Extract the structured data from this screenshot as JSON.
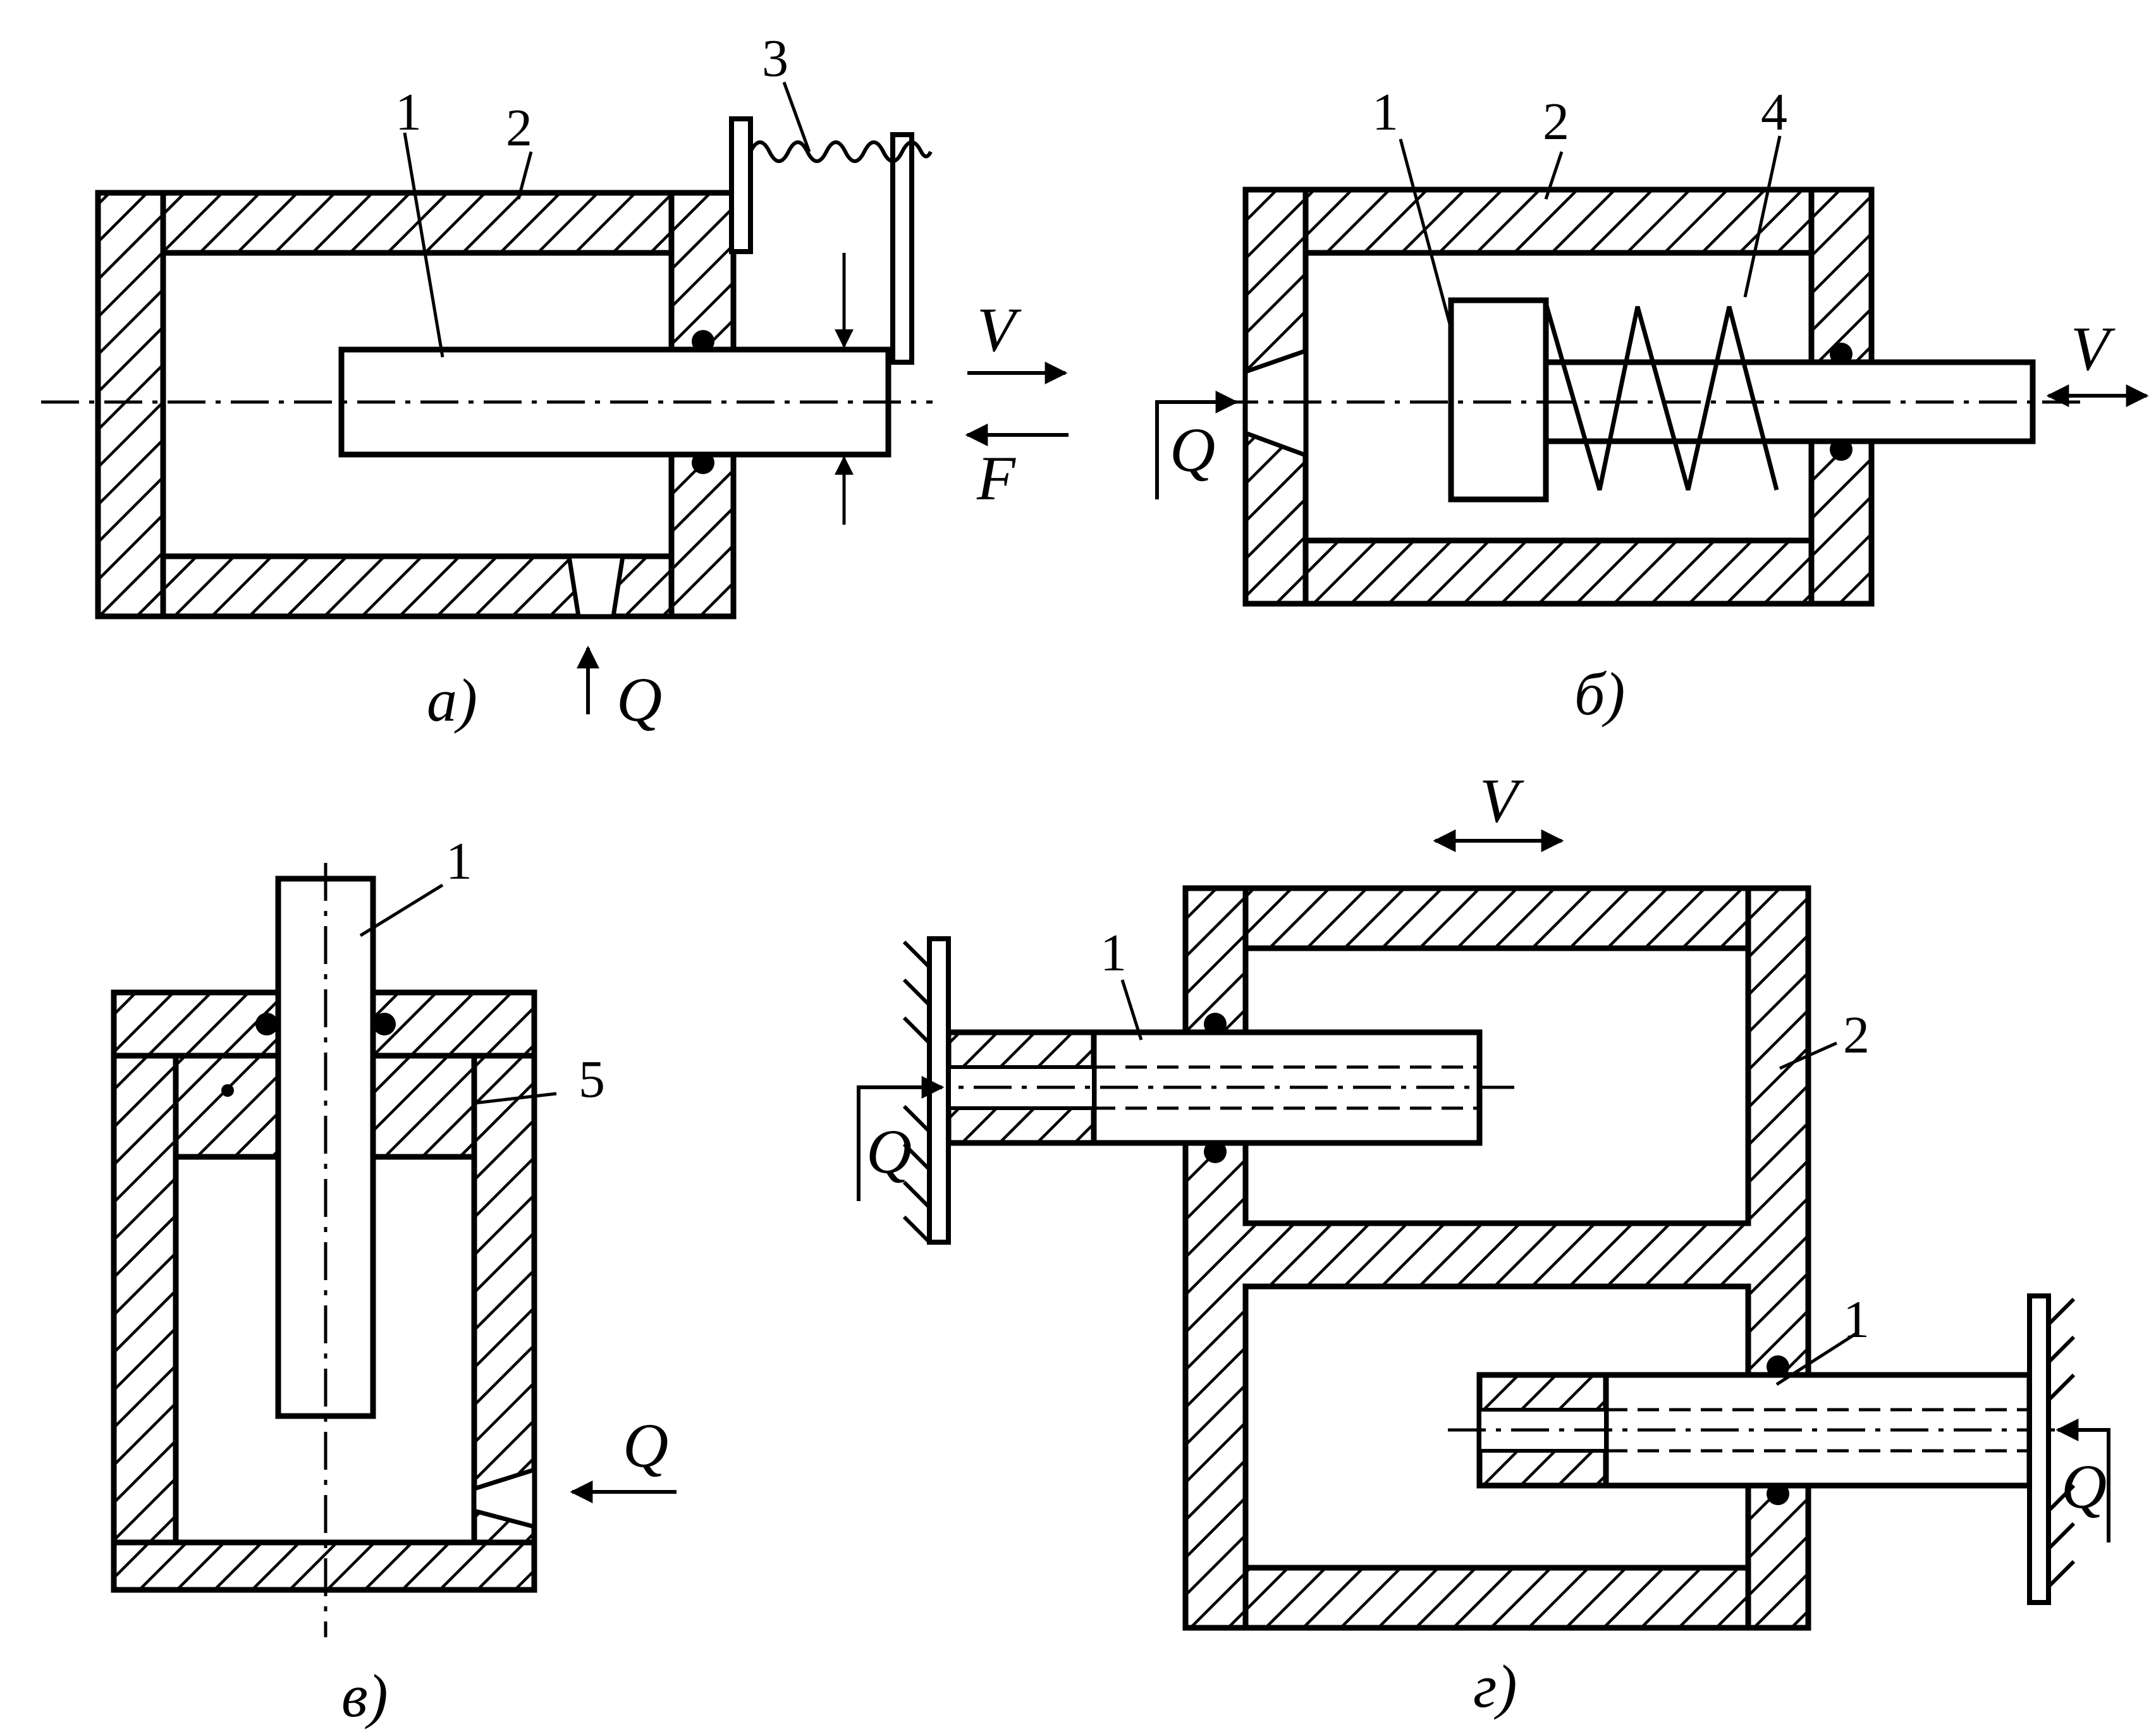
{
  "colors": {
    "ink": "#000000",
    "paper": "#ffffff"
  },
  "panels": {
    "a": {
      "caption": "а)",
      "part_labels": [
        "1",
        "2",
        "3"
      ],
      "velocity_label": "V",
      "force_label": "F",
      "flow_label": "Q"
    },
    "b": {
      "caption": "б)",
      "part_labels": [
        "1",
        "2",
        "4"
      ],
      "velocity_label": "V",
      "flow_label": "Q"
    },
    "v": {
      "caption": "в)",
      "part_labels": [
        "1",
        "5"
      ],
      "flow_label": "Q"
    },
    "g": {
      "caption": "г)",
      "part_labels": [
        "1",
        "2",
        "1"
      ],
      "velocity_label": "V",
      "flow_labels": [
        "Q",
        "Q"
      ]
    }
  }
}
